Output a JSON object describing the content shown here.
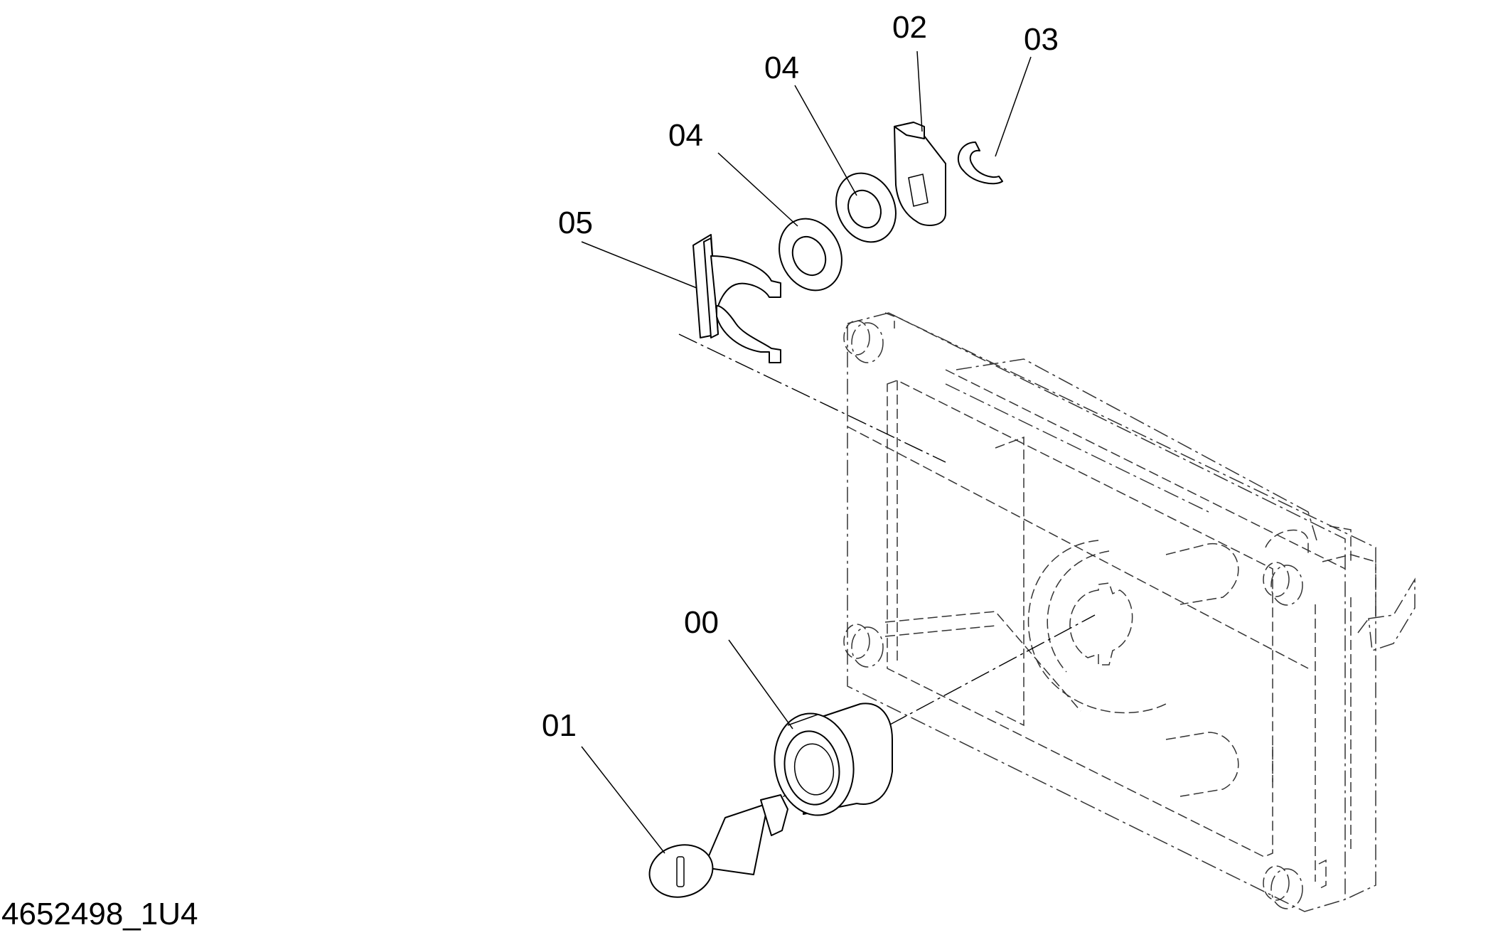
{
  "drawing_id": "4652498_1U4",
  "callouts": {
    "c00": "00",
    "c01": "01",
    "c02": "02",
    "c03": "03",
    "c04a": "04",
    "c04b": "04",
    "c05": "05"
  },
  "colors": {
    "line": "#000000",
    "phantom": "#333333",
    "background": "#ffffff"
  }
}
